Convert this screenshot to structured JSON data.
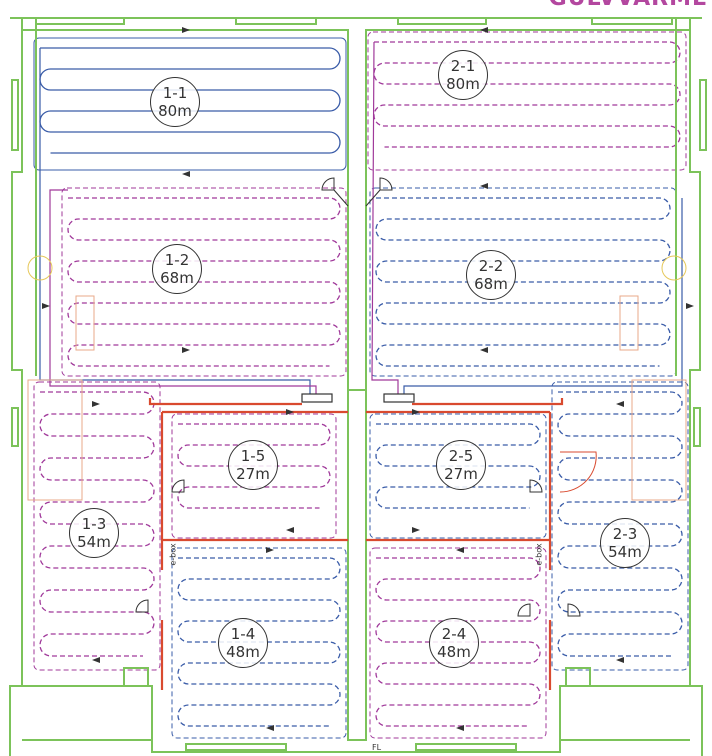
{
  "title": "GULVVARME",
  "colors": {
    "wall": "#7cc35a",
    "blue_loop": "#3a5ca8",
    "purple_loop": "#a0399a",
    "red_manifold": "#d94a2f",
    "stairs": "#e8a98a",
    "detail": "#e6c85a"
  },
  "zones": [
    {
      "id": "1-1",
      "length": "80m"
    },
    {
      "id": "1-2",
      "length": "68m"
    },
    {
      "id": "1-3",
      "length": "54m"
    },
    {
      "id": "1-4",
      "length": "48m"
    },
    {
      "id": "1-5",
      "length": "27m"
    },
    {
      "id": "2-1",
      "length": "80m"
    },
    {
      "id": "2-2",
      "length": "68m"
    },
    {
      "id": "2-3",
      "length": "54m"
    },
    {
      "id": "2-4",
      "length": "48m"
    },
    {
      "id": "2-5",
      "length": "27m"
    }
  ],
  "labels": {
    "ebox_left": "e-box",
    "ebox_right": "e-box",
    "fl": "FL"
  }
}
